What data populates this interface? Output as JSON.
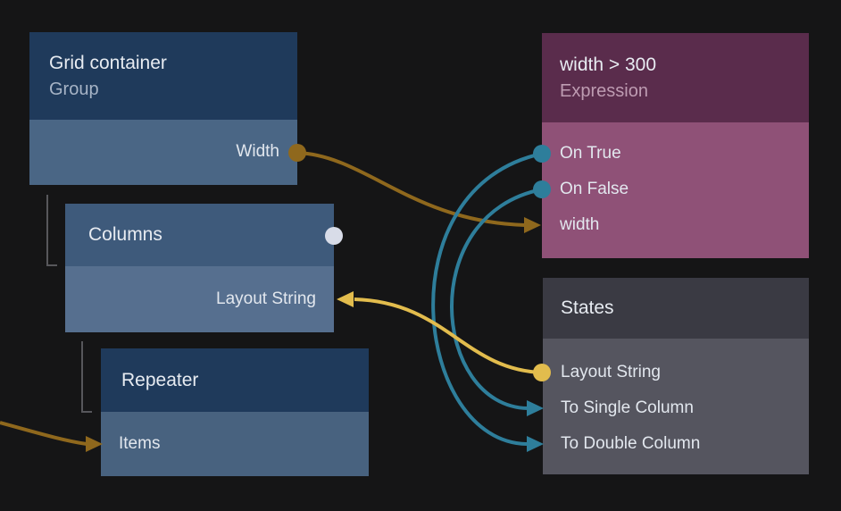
{
  "nodes": {
    "grid_container": {
      "title": "Grid container",
      "subtitle": "Group",
      "ports": [
        {
          "label": "Width",
          "direction": "output",
          "marker": "dot",
          "marker_color": "#8F681D"
        }
      ]
    },
    "columns": {
      "title": "Columns",
      "ports": [
        {
          "label": "Layout String",
          "direction": "input",
          "marker": "arrow",
          "marker_color": "#E2BC4D"
        }
      ],
      "header_dot_color": "#D8DCE8"
    },
    "repeater": {
      "title": "Repeater",
      "ports": [
        {
          "label": "Items",
          "direction": "input",
          "marker": "arrow",
          "marker_color": "#8F681D"
        }
      ]
    },
    "expression": {
      "title": "width > 300",
      "subtitle": "Expression",
      "ports": [
        {
          "label": "On True",
          "direction": "output",
          "marker": "dot",
          "marker_color": "#2E7E9B"
        },
        {
          "label": "On False",
          "direction": "output",
          "marker": "dot",
          "marker_color": "#2E7E9B"
        },
        {
          "label": "width",
          "direction": "input",
          "marker": "arrow",
          "marker_color": "#8F681D"
        }
      ]
    },
    "states": {
      "title": "States",
      "ports": [
        {
          "label": "Layout String",
          "direction": "output",
          "marker": "dot",
          "marker_color": "#E2BC4D"
        },
        {
          "label": "To Single Column",
          "direction": "input",
          "marker": "arrow",
          "marker_color": "#2E7E9B"
        },
        {
          "label": "To Double Column",
          "direction": "input",
          "marker": "arrow",
          "marker_color": "#2E7E9B"
        }
      ]
    }
  },
  "edges": [
    {
      "from": "Grid container / Width",
      "to": "width > 300 / width",
      "color": "#8F681D"
    },
    {
      "from": "width > 300 / On True",
      "to": "States / To Double Column",
      "color": "#2E7E9B"
    },
    {
      "from": "width > 300 / On False",
      "to": "States / To Single Column",
      "color": "#2E7E9B"
    },
    {
      "from": "States / Layout String",
      "to": "Columns / Layout String",
      "color": "#E2BC4D"
    },
    {
      "from": "offscreen-left",
      "to": "Repeater / Items",
      "color": "#8F681D"
    }
  ],
  "hierarchy_links": [
    {
      "parent": "Grid container",
      "child": "Columns"
    },
    {
      "parent": "Columns",
      "child": "Repeater"
    }
  ],
  "colors": {
    "background": "#151516",
    "node_blue_header": "#1F3A5B",
    "node_blue_body": "#4A6685",
    "node_blue2_header": "#3E5A7B",
    "node_blue2_body": "#566F8F",
    "node_repeater_body": "#48627F",
    "node_purple_header": "#5A2C4C",
    "node_purple_body": "#8F5177",
    "node_gray_header": "#3A3A43",
    "node_gray_body": "#55555F",
    "wire_teal": "#2E7E9B",
    "wire_dark_gold": "#8F681D",
    "wire_yellow": "#E2BC4D",
    "dot_white": "#D8DCE8",
    "tree_line": "#57575B",
    "title_text": "#E7EBF1",
    "subtitle_blue": "#A7B4C6",
    "subtitle_purple": "#BE9CB2",
    "port_text": "#E2E7EE"
  }
}
